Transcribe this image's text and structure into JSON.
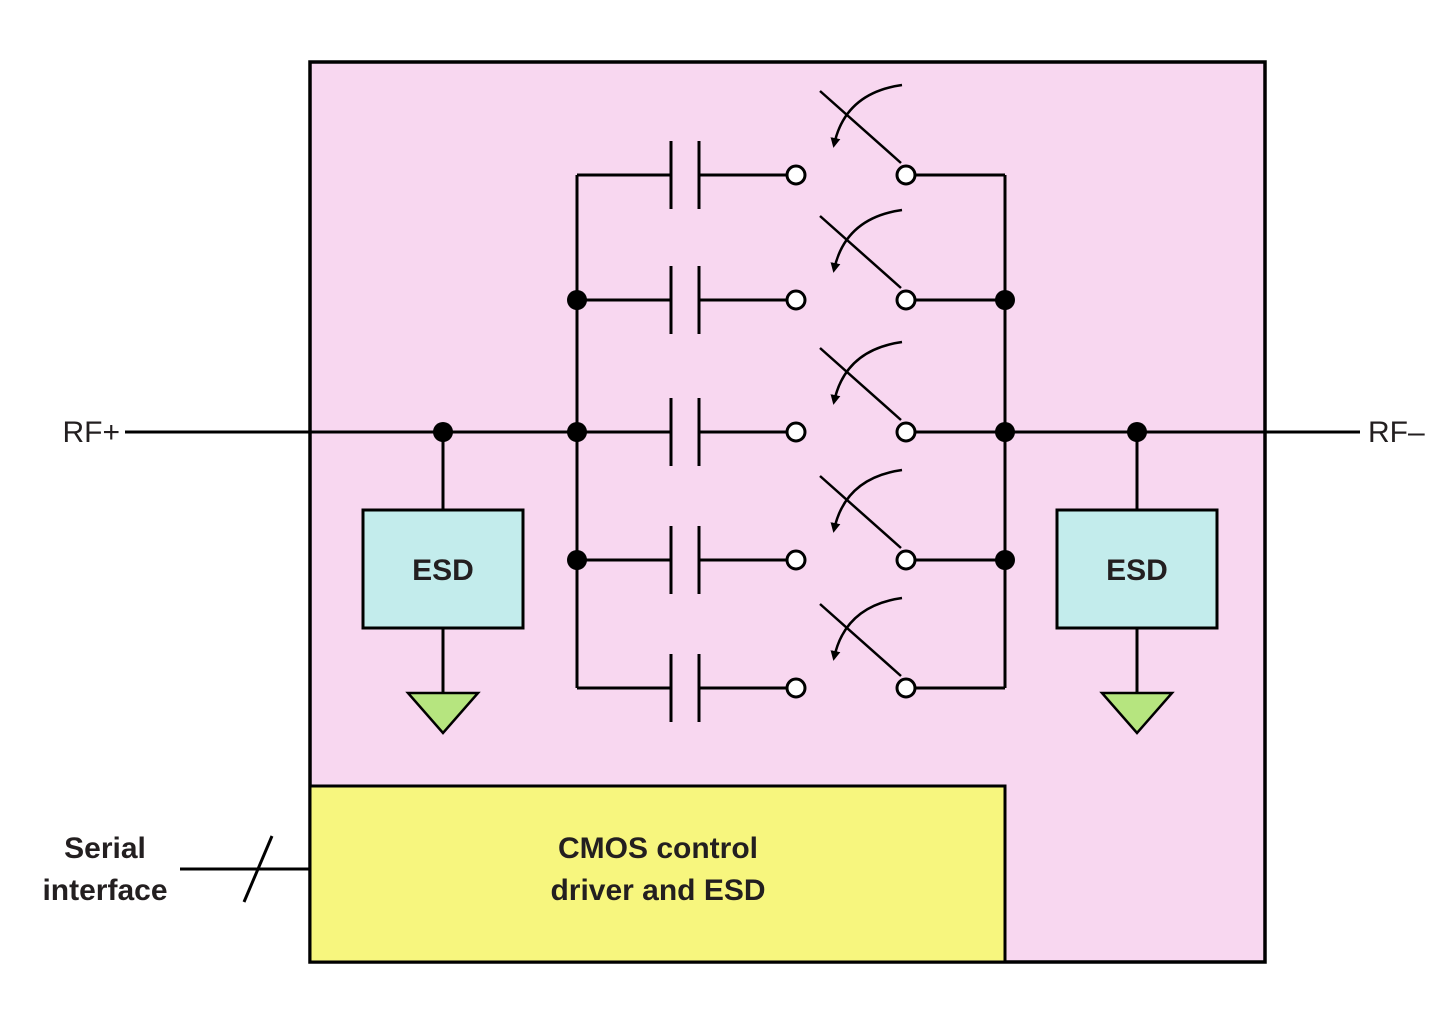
{
  "diagram": {
    "type": "circuit-schematic",
    "description": "Digitally tunable capacitor chip block diagram with five switched capacitor branches, ESD cells and CMOS control block",
    "branches": 5,
    "labels": {
      "rf_plus": "RF+",
      "rf_minus": "RF–",
      "esd_left": "ESD",
      "esd_right": "ESD",
      "serial_line1": "Serial",
      "serial_line2": "interface",
      "cmos_line1": "CMOS control",
      "cmos_line2": "driver and ESD"
    },
    "colors": {
      "chip_fill": "#f8d7f0",
      "esd_fill": "#c3ecec",
      "cmos_fill": "#f7f67e",
      "ground_fill": "#b6e57f",
      "line": "#000000",
      "text": "#231f20"
    }
  }
}
